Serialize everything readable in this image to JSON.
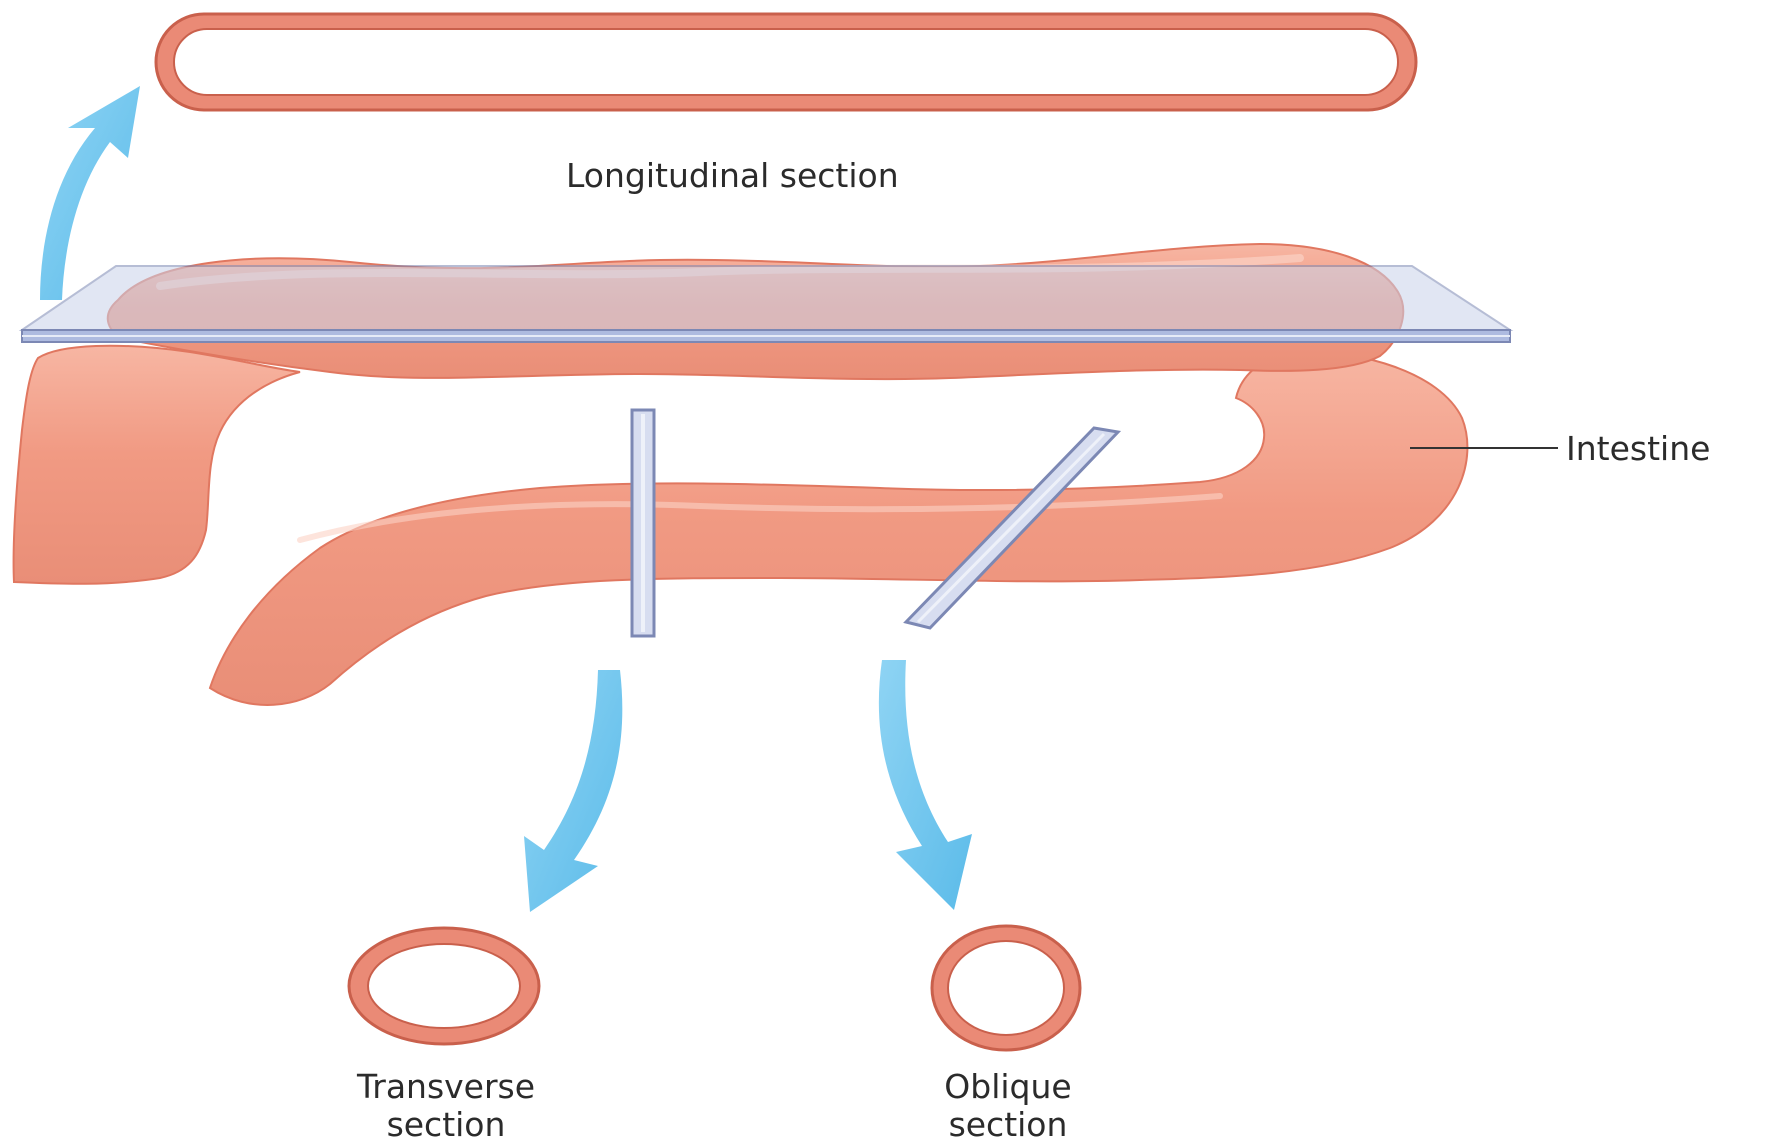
{
  "labels": {
    "longitudinal": "Longitudinal section",
    "intestine": "Intestine",
    "transverse_line1": "Transverse",
    "transverse_line2": "section",
    "oblique_line1": "Oblique",
    "oblique_line2": "section"
  },
  "colors": {
    "intestine_fill": "#f2a08a",
    "intestine_edge": "#e07760",
    "section_ring": "#ea8a76",
    "section_ring_edge": "#c9604c",
    "arrow": "#6fc6ef",
    "cutting_plane": "#c9d3ea",
    "cutting_plane_edge": "#7c88b4",
    "text": "#2b2b2b",
    "leader_line": "#333333"
  }
}
